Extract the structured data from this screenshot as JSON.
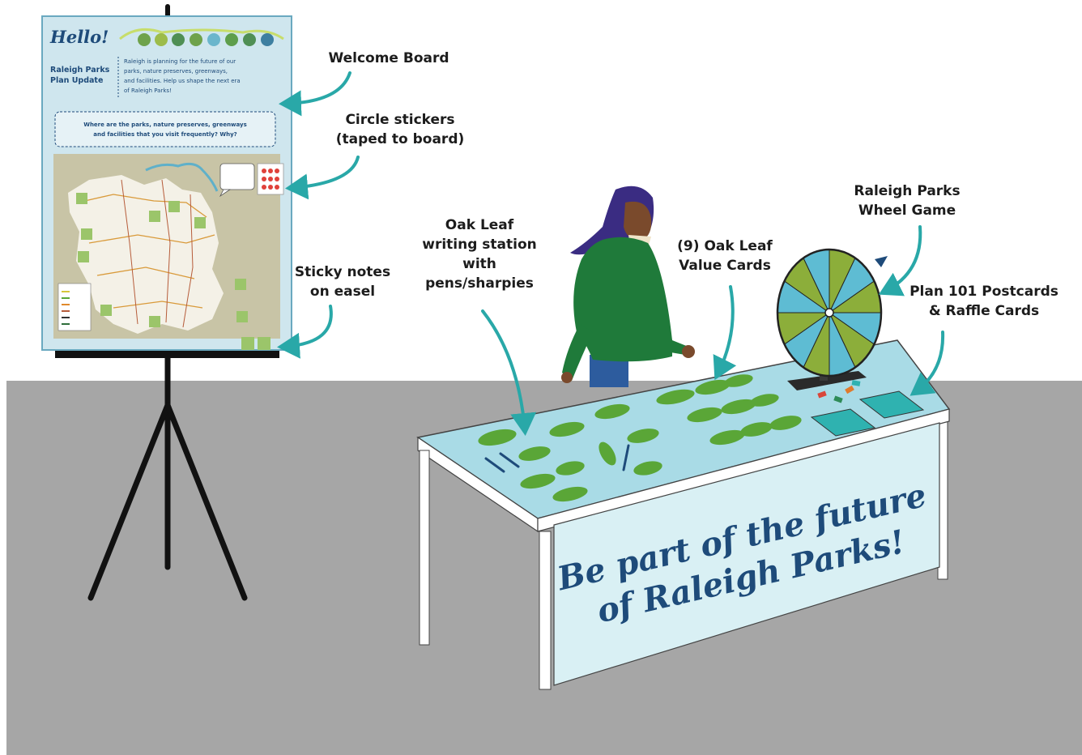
{
  "board": {
    "hello": "Hello!",
    "title_line1": "Raleigh Parks",
    "title_line2": "Plan Update",
    "intro_lines": [
      "Raleigh is planning for the future of our",
      "parks, nature preserves, greenways,",
      "and facilities. Help us shape the next era",
      "of Raleigh Parks!"
    ],
    "question_lines": [
      "Where are the parks, nature preserves, greenways",
      "and facilities that you visit frequently? Why?"
    ]
  },
  "callouts": {
    "welcome_board": [
      "Welcome Board"
    ],
    "circle_stickers": [
      "Circle stickers",
      "(taped to board)"
    ],
    "sticky_notes": [
      "Sticky notes",
      "on easel"
    ],
    "writing_station": [
      "Oak Leaf",
      "writing station",
      "with",
      "pens/sharpies"
    ],
    "value_cards": [
      "(9) Oak Leaf",
      "Value Cards"
    ],
    "wheel_game": [
      "Raleigh Parks",
      "Wheel Game"
    ],
    "postcards": [
      "Plan 101 Postcards",
      "& Raffle Cards"
    ]
  },
  "banner": {
    "line1": "Be part of the future",
    "line2": "of Raleigh Parks!"
  },
  "colors": {
    "floor": "#a6a6a6",
    "board": "#cfe6ee",
    "teal": "#29a8a8",
    "leaf": "#5aa637",
    "navy": "#1e4b7a",
    "wheel_blue": "#5ebcd3",
    "wheel_green": "#8cae3a",
    "jacket": "#1f7a3a"
  }
}
